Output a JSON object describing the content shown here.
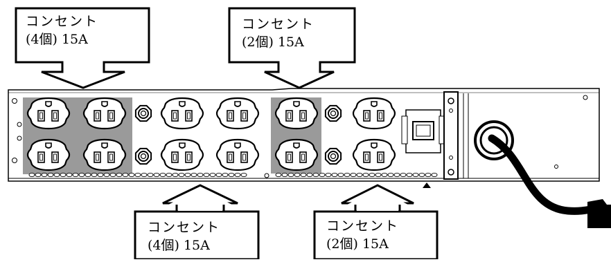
{
  "callouts": [
    {
      "line1": "コンセント",
      "line2": "(4個) 15A"
    },
    {
      "line1": "コンセント",
      "line2": "(2個) 15A"
    },
    {
      "line1": "コンセント",
      "line2": "(4個) 15A"
    },
    {
      "line1": "コンセント",
      "line2": "(2個) 15A"
    }
  ],
  "colors": {
    "highlight": "#9a9a9a",
    "panel": "#ffffff",
    "stroke": "#000000",
    "cable": "#000000"
  }
}
